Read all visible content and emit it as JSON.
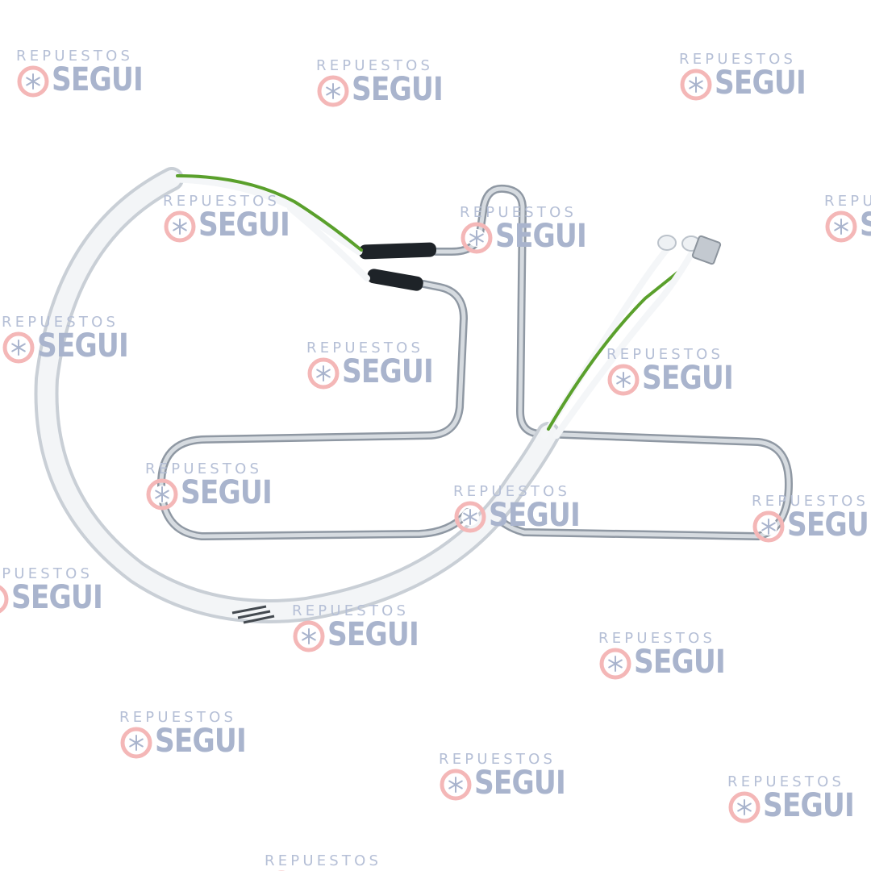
{
  "watermark": {
    "line1": "REPUESTOS",
    "line2": "SEGUI",
    "logo_icon": "snowflake-icon",
    "colors": {
      "text": "#b5bfd6",
      "logo_ring": "#f4b7b7",
      "logo_snow": "#a9b4cd"
    }
  },
  "product": {
    "type": "refrigerator defrost heater tube with wires",
    "colors": {
      "tube": "#b9c0c8",
      "cable_sheath": "#f2f4f6",
      "ground_wire": "#5aa02c",
      "sleeve": "#1e2328"
    }
  }
}
